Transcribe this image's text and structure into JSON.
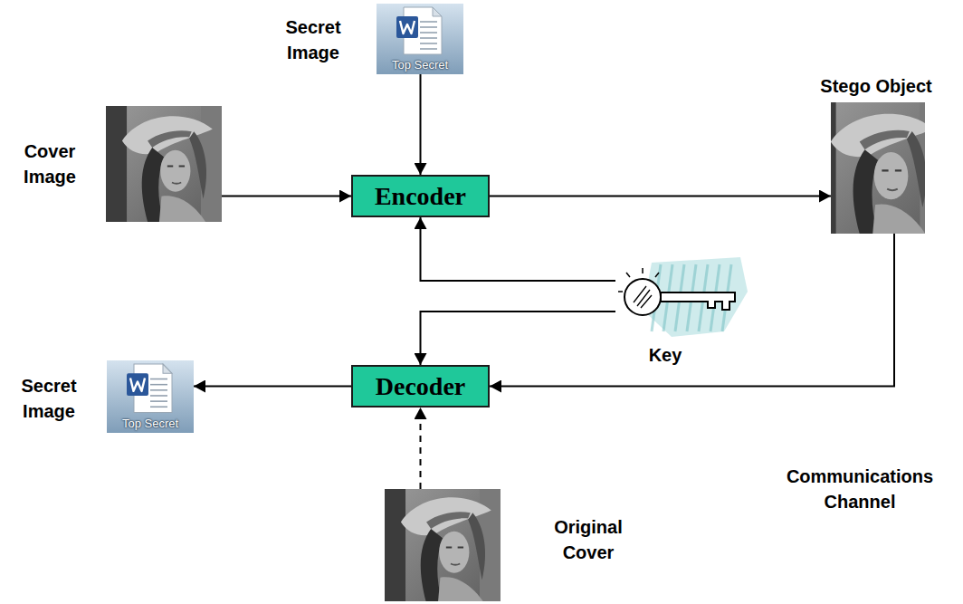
{
  "diagram": {
    "nodes": [
      {
        "text": [
          "Cover Image"
        ]
      },
      {
        "text": [
          "Secret Image",
          "Top Secret"
        ]
      },
      {
        "text": [
          "Encoder"
        ]
      },
      {
        "text": [
          "Stego Object"
        ]
      },
      {
        "text": [
          "Key"
        ]
      },
      {
        "text": [
          "Decoder"
        ]
      },
      {
        "text": [
          "Secret Image",
          "Top Secret"
        ]
      },
      {
        "text": [
          "Original Cover"
        ]
      }
    ],
    "edges": [
      {
        "from": 0,
        "to": 2,
        "arrow": "to"
      },
      {
        "from": 1,
        "to": 2,
        "arrow": "to"
      },
      {
        "from": 2,
        "to": 3,
        "arrow": "to"
      },
      {
        "from": 4,
        "to": 2,
        "arrow": "to"
      },
      {
        "from": 4,
        "to": 5,
        "arrow": "to"
      },
      {
        "from": 3,
        "to": 5,
        "arrow": "to",
        "label": "Communications Channel"
      },
      {
        "from": 5,
        "to": 6,
        "arrow": "to"
      },
      {
        "from": 7,
        "to": 5,
        "arrow": "to"
      }
    ]
  }
}
